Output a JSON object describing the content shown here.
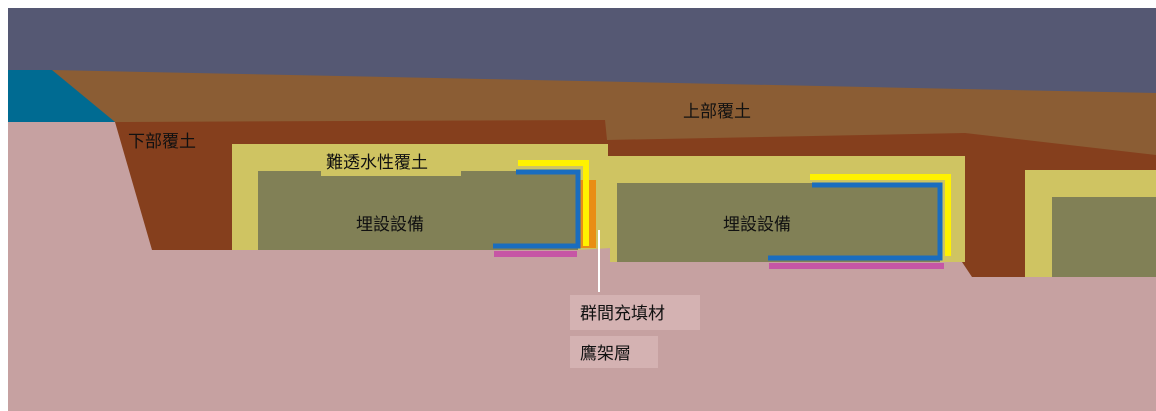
{
  "labels": {
    "upper_cover": "上部覆土",
    "lower_cover": "下部覆土",
    "impermeable_cover": "難透水性覆土",
    "buried_equipment_1": "埋設設備",
    "buried_equipment_2": "埋設設備",
    "filler": "群間充填材",
    "gantry_layer": "鷹架層"
  },
  "colors": {
    "sky": "#555873",
    "upper_soil": "#8b5d34",
    "lower_soil": "#853f1d",
    "impermeable": "#cfc462",
    "equipment": "#818056",
    "ground": "#c6a1a1",
    "water": "#006b92",
    "yellow_line": "#fff200",
    "blue_line": "#1a6dbf",
    "magenta_line": "#c656a5",
    "orange_fill": "#e98e14"
  }
}
